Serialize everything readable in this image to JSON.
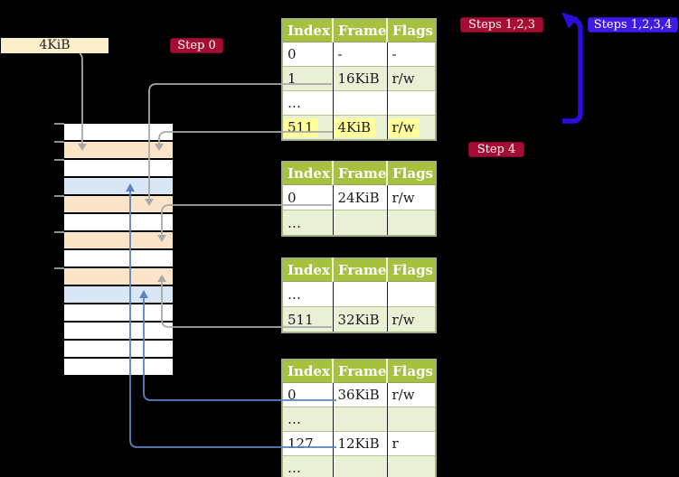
{
  "frame_label": {
    "text": "4KiB"
  },
  "badges": {
    "step0": {
      "text": "Step 0"
    },
    "steps123": {
      "text": "Steps 1,2,3"
    },
    "steps1234": {
      "text": "Steps 1,2,3,4"
    },
    "step4": {
      "text": "Step 4"
    }
  },
  "memory": {
    "frames": [
      "free",
      "page_table",
      "free",
      "mapped",
      "page_table",
      "free",
      "page_table",
      "free",
      "page_table",
      "mapped",
      "free",
      "free",
      "free",
      "free"
    ]
  },
  "tables": [
    {
      "name": "level-4-page-table",
      "headers": [
        "Index",
        "Frame",
        "Flags"
      ],
      "rows": [
        {
          "cells": [
            "0",
            "-",
            "-"
          ]
        },
        {
          "cells": [
            "1",
            "16KiB",
            "r/w"
          ]
        },
        {
          "cells": [
            "…",
            "",
            ""
          ]
        },
        {
          "cells": [
            "511",
            "4KiB",
            "r/w"
          ],
          "highlight": true
        }
      ]
    },
    {
      "name": "level-3-page-table",
      "headers": [
        "Index",
        "Frame",
        "Flags"
      ],
      "rows": [
        {
          "cells": [
            "0",
            "24KiB",
            "r/w"
          ]
        },
        {
          "cells": [
            "…",
            "",
            ""
          ]
        }
      ]
    },
    {
      "name": "level-2-page-table",
      "headers": [
        "Index",
        "Frame",
        "Flags"
      ],
      "rows": [
        {
          "cells": [
            "…",
            "",
            ""
          ]
        },
        {
          "cells": [
            "511",
            "32KiB",
            "r/w"
          ]
        }
      ]
    },
    {
      "name": "level-1-page-table",
      "headers": [
        "Index",
        "Frame",
        "Flags"
      ],
      "rows": [
        {
          "cells": [
            "0",
            "36KiB",
            "r/w"
          ]
        },
        {
          "cells": [
            "…",
            "",
            ""
          ]
        },
        {
          "cells": [
            "127",
            "12KiB",
            "r"
          ]
        },
        {
          "cells": [
            "…",
            "",
            ""
          ]
        }
      ]
    }
  ],
  "colors": {
    "background": "#000000",
    "red_badge": "#a60d33",
    "blue_badge": "#401ae8",
    "loop_arrow": "#2b0ddc",
    "table_header_green": "#a5c13d",
    "table_row_green": "#e9f0d6",
    "highlight_yellow": "#ffff9c",
    "frame_label_cream": "#fbeeca",
    "page_table_frame_peach": "#fce4c8",
    "mapped_frame_blue": "#d9e6f6",
    "gray_wire": "#a9a9a9",
    "blue_wire": "#5b83bd"
  }
}
